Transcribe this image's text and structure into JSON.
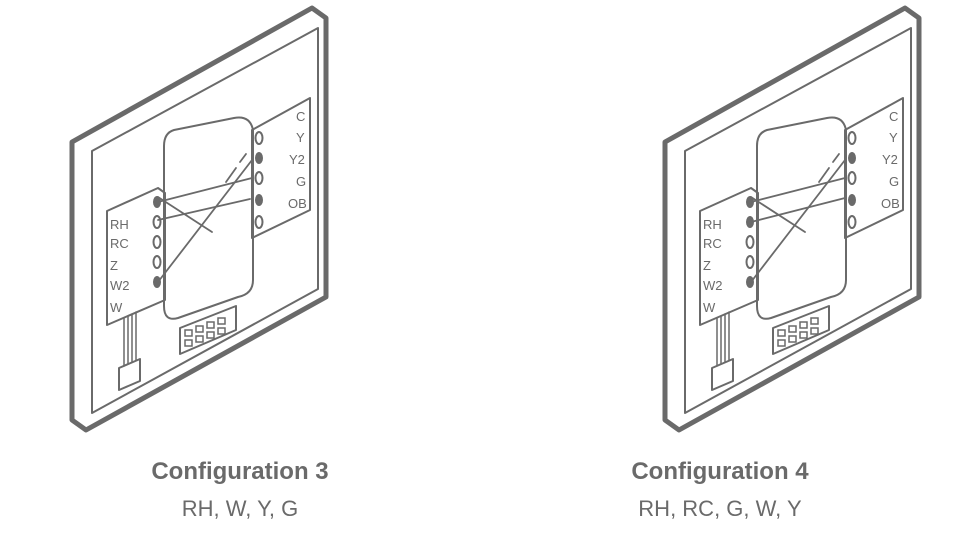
{
  "configurations": [
    {
      "title": "Configuration 3",
      "subtitle": "RH, W, Y, G",
      "left_terminals": [
        "RH",
        "RC",
        "Z",
        "W2",
        "W"
      ],
      "right_terminals": [
        "C",
        "Y",
        "Y2",
        "G",
        "OB"
      ]
    },
    {
      "title": "Configuration 4",
      "subtitle": "RH, RC, G, W, Y",
      "left_terminals": [
        "RH",
        "RC",
        "Z",
        "W2",
        "W"
      ],
      "right_terminals": [
        "C",
        "Y",
        "Y2",
        "G",
        "OB"
      ]
    }
  ],
  "colors": {
    "stroke": "#6a6a6a",
    "caption": "#6a6a6a",
    "background": "#ffffff"
  }
}
